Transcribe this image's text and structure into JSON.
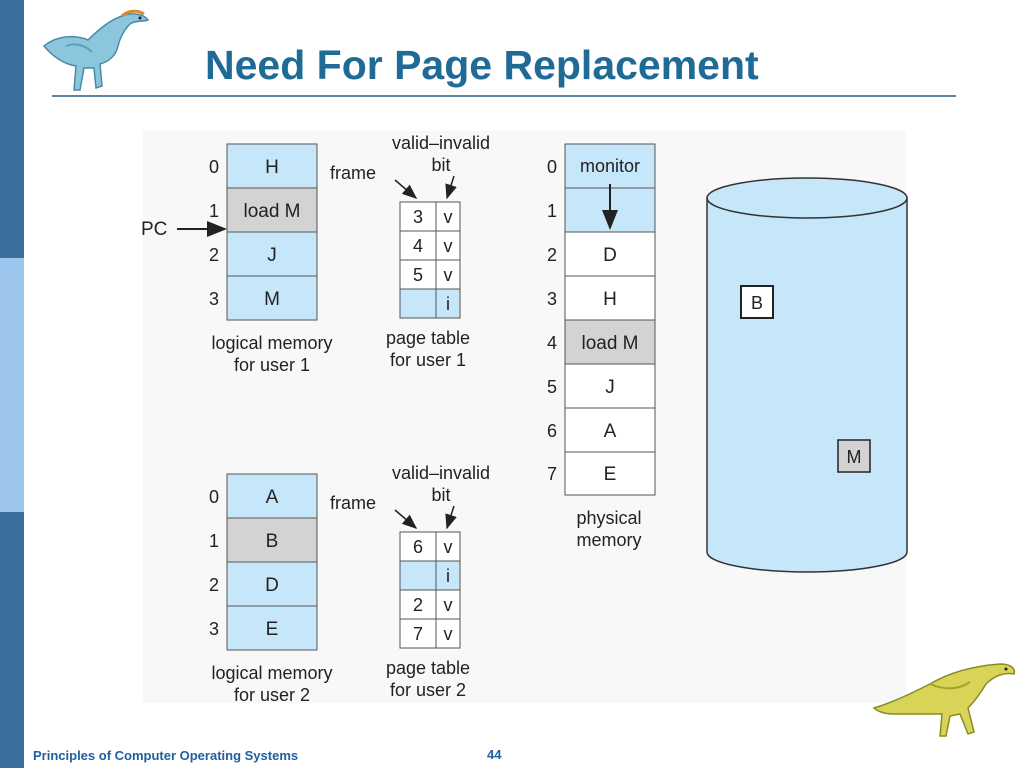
{
  "slide": {
    "title": "Need For Page Replacement",
    "footer": "Principles of Computer Operating Systems",
    "page_number": "44"
  },
  "user1": {
    "logical_memory": [
      {
        "index": "0",
        "label": "H",
        "color": "#c6e6fa"
      },
      {
        "index": "1",
        "label": "load M",
        "color": "#d3d3d3"
      },
      {
        "index": "2",
        "label": "J",
        "color": "#c6e6fa"
      },
      {
        "index": "3",
        "label": "M",
        "color": "#c6e6fa"
      }
    ],
    "logical_caption": [
      "logical memory",
      "for user 1"
    ],
    "page_table": [
      {
        "frame": "3",
        "bit": "v"
      },
      {
        "frame": "4",
        "bit": "v"
      },
      {
        "frame": "5",
        "bit": "v"
      },
      {
        "frame": "",
        "bit": "i"
      }
    ],
    "page_table_caption": [
      "page table",
      "for user 1"
    ],
    "frame_label": "frame",
    "valid_invalid_label": [
      "valid–invalid",
      "bit"
    ],
    "pc_label": "PC"
  },
  "user2": {
    "logical_memory": [
      {
        "index": "0",
        "label": "A",
        "color": "#c6e6fa"
      },
      {
        "index": "1",
        "label": "B",
        "color": "#d3d3d3"
      },
      {
        "index": "2",
        "label": "D",
        "color": "#c6e6fa"
      },
      {
        "index": "3",
        "label": "E",
        "color": "#c6e6fa"
      }
    ],
    "logical_caption": [
      "logical memory",
      "for user 2"
    ],
    "page_table": [
      {
        "frame": "6",
        "bit": "v"
      },
      {
        "frame": "",
        "bit": "i"
      },
      {
        "frame": "2",
        "bit": "v"
      },
      {
        "frame": "7",
        "bit": "v"
      }
    ],
    "page_table_caption": [
      "page table",
      "for user 2"
    ],
    "frame_label": "frame",
    "valid_invalid_label": [
      "valid–invalid",
      "bit"
    ]
  },
  "physical_memory": {
    "frames": [
      {
        "index": "0",
        "label": "monitor",
        "color": "#c6e6fa"
      },
      {
        "index": "1",
        "label": "",
        "color": "#c6e6fa"
      },
      {
        "index": "2",
        "label": "D",
        "color": "#ffffff"
      },
      {
        "index": "3",
        "label": "H",
        "color": "#ffffff"
      },
      {
        "index": "4",
        "label": "load M",
        "color": "#d3d3d3"
      },
      {
        "index": "5",
        "label": "J",
        "color": "#ffffff"
      },
      {
        "index": "6",
        "label": "A",
        "color": "#ffffff"
      },
      {
        "index": "7",
        "label": "E",
        "color": "#ffffff"
      }
    ],
    "caption": [
      "physical",
      "memory"
    ]
  },
  "disk": {
    "items": [
      {
        "label": "B",
        "color": "#ffffff"
      },
      {
        "label": "M",
        "color": "#d3d3d3"
      }
    ],
    "color": "#c6e6fa"
  }
}
